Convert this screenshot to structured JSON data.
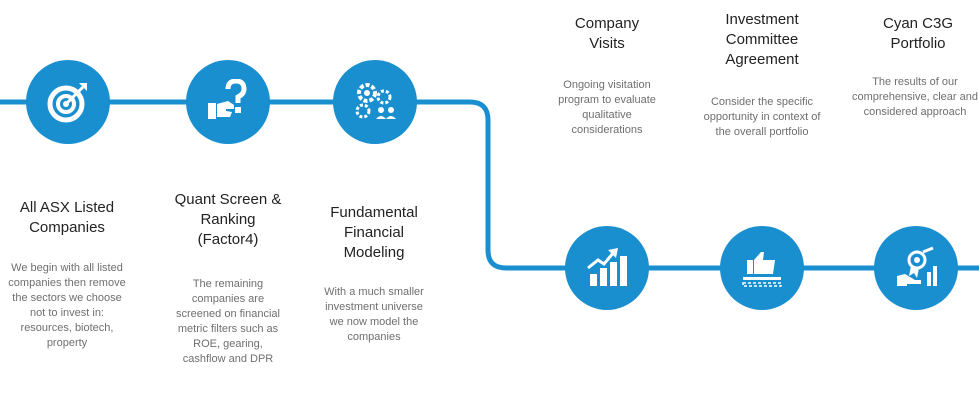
{
  "steps": [
    {
      "title": "All ASX Listed Companies",
      "description": "We begin with all listed companies then remove the sectors we choose not to invest in: resources, biotech, property",
      "icon": "target-icon"
    },
    {
      "title": "Quant Screen & Ranking (Factor4)",
      "description": "The remaining companies are screened on financial metric filters such as ROE, gearing, cashflow and DPR",
      "icon": "question-hand-icon"
    },
    {
      "title": "Fundamental Financial Modeling",
      "description": "With a much smaller investment universe we now model the companies",
      "icon": "gears-people-icon"
    },
    {
      "title": "Company Visits",
      "description": "Ongoing visitation program to evaluate qualitative considerations",
      "icon": "growth-chart-icon"
    },
    {
      "title": "Investment Committee Agreement",
      "description": "Consider the specific opportunity in context of the overall portfolio",
      "icon": "thumbs-up-icon"
    },
    {
      "title": "Cyan C3G Portfolio",
      "description": "The results of our comprehensive, clear and considered approach",
      "icon": "award-hand-icon"
    }
  ],
  "colors": {
    "accent": "#1a8fcf",
    "title": "#222222",
    "description": "#6f6f6f"
  }
}
